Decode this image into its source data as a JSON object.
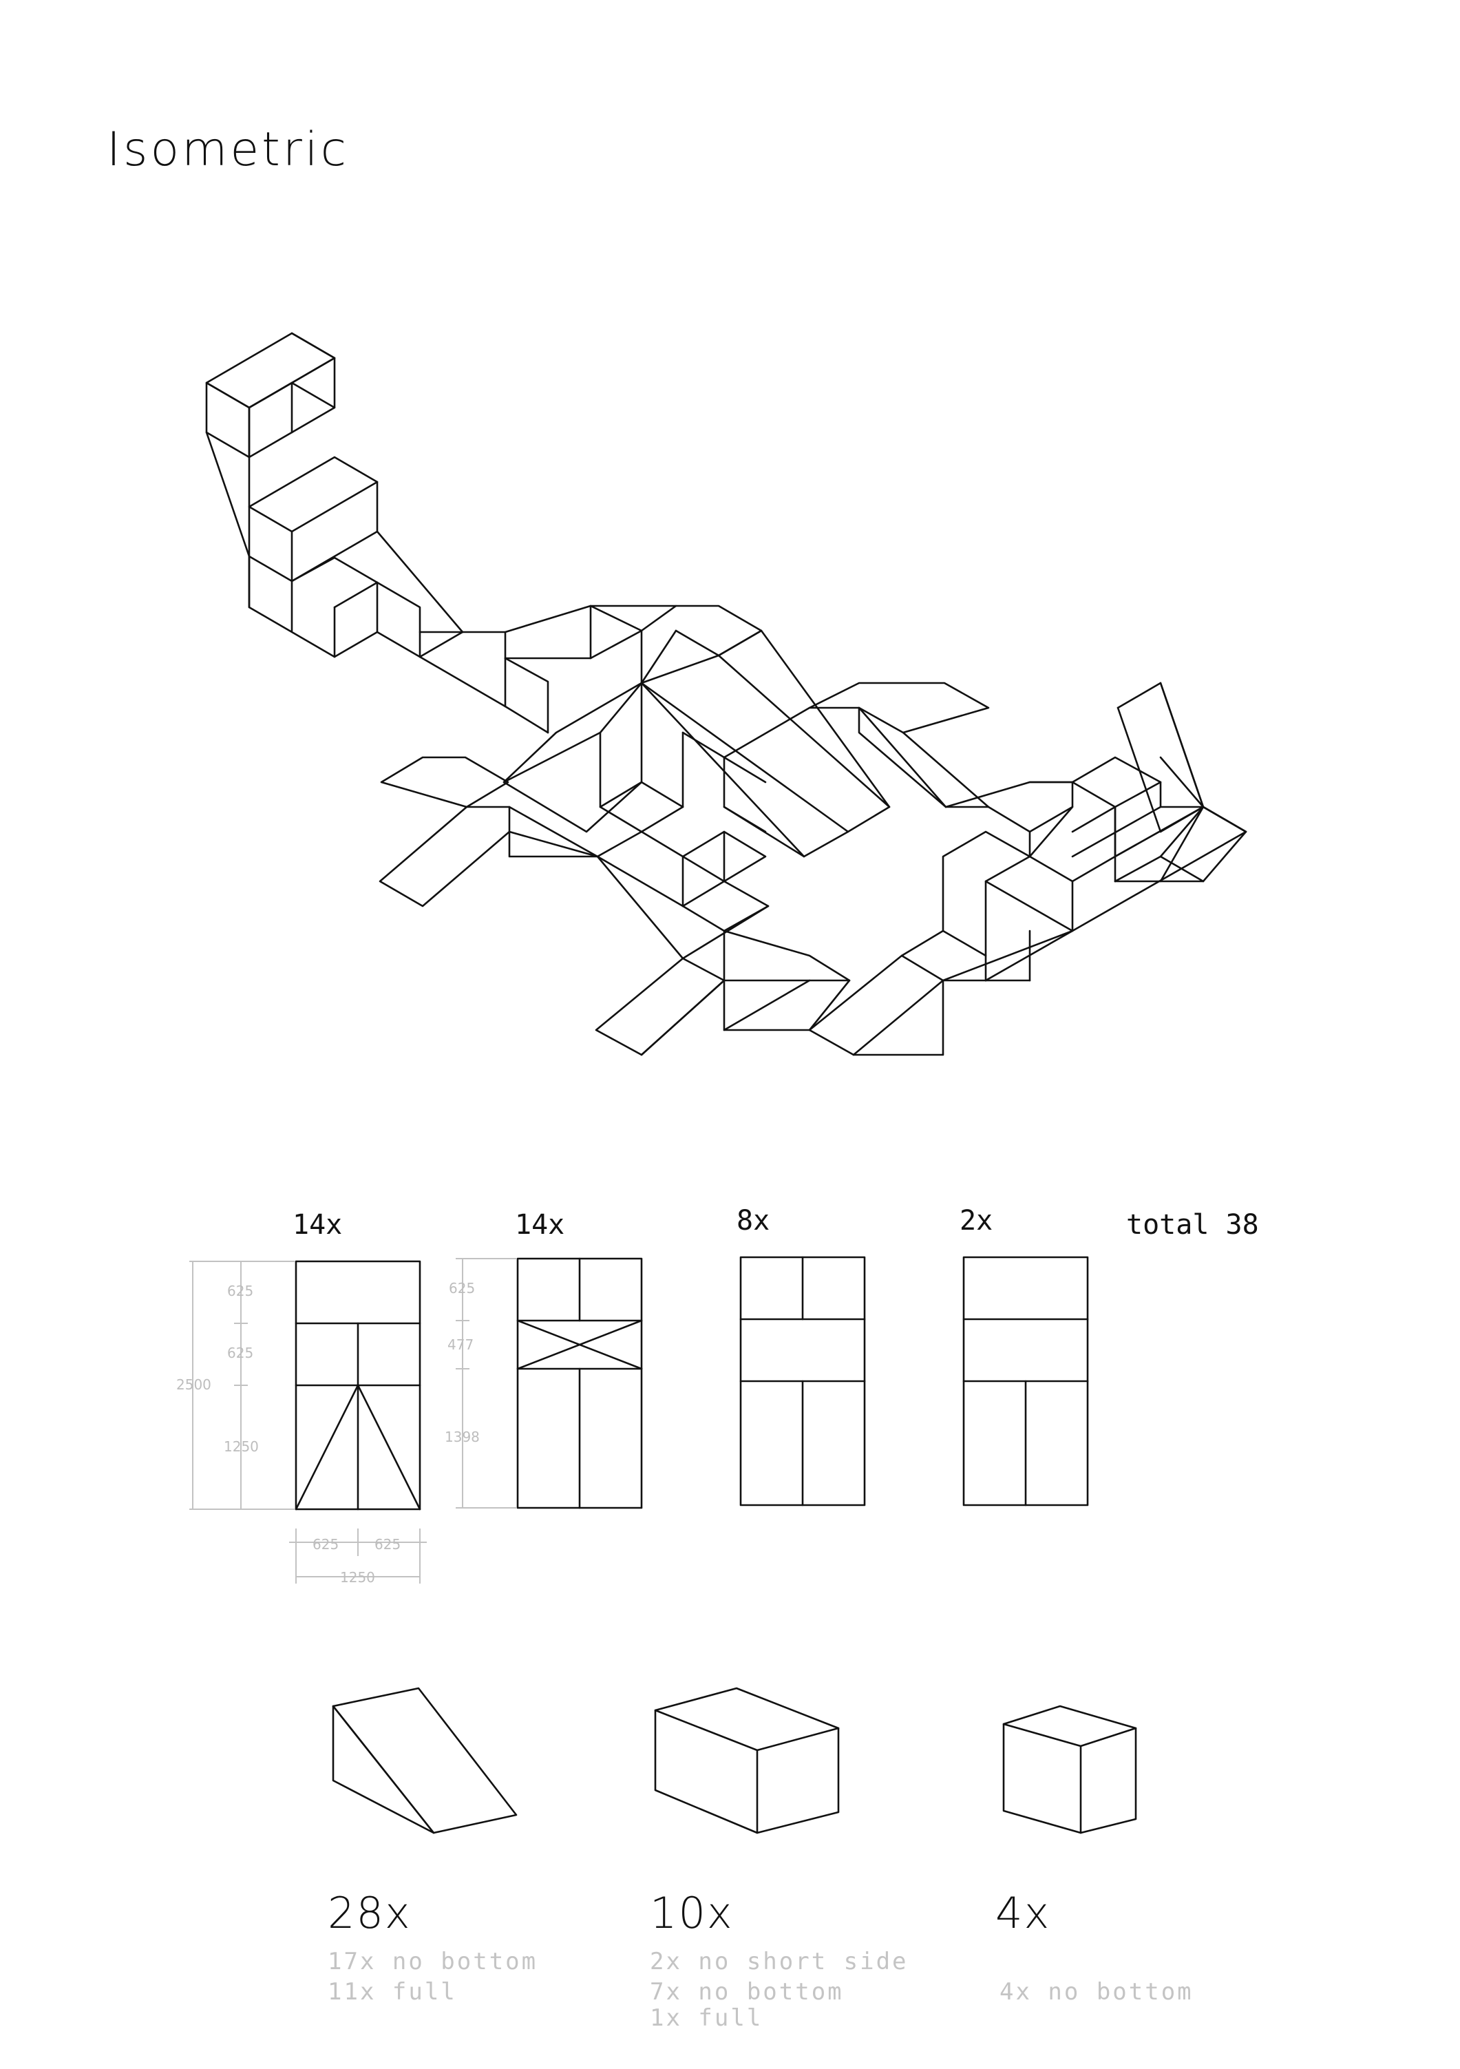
{
  "title": "Isometric",
  "panels": [
    {
      "count": "14x"
    },
    {
      "count": "14x"
    },
    {
      "count": "8x"
    },
    {
      "count": "2x"
    }
  ],
  "total": "total 38",
  "dimensions": {
    "panel1_heights": [
      "625",
      "625",
      "1250"
    ],
    "panel1_total_height": "2500",
    "panel1_widths": [
      "625",
      "625"
    ],
    "panel1_total_width": "1250",
    "panel2_heights": [
      "625",
      "477",
      "1398"
    ]
  },
  "blocks": [
    {
      "shape": "wedge",
      "count": "28x",
      "notes": [
        "17x no bottom",
        "11x full"
      ]
    },
    {
      "shape": "box",
      "count": "10x",
      "notes": [
        "2x no short side",
        "7x no bottom",
        "1x full"
      ]
    },
    {
      "shape": "cube",
      "count": "4x",
      "notes": [
        "4x no bottom"
      ]
    }
  ],
  "colors": {
    "line": "#111111",
    "dimension": "#c2c2c2",
    "note": "#c4c4c4"
  }
}
